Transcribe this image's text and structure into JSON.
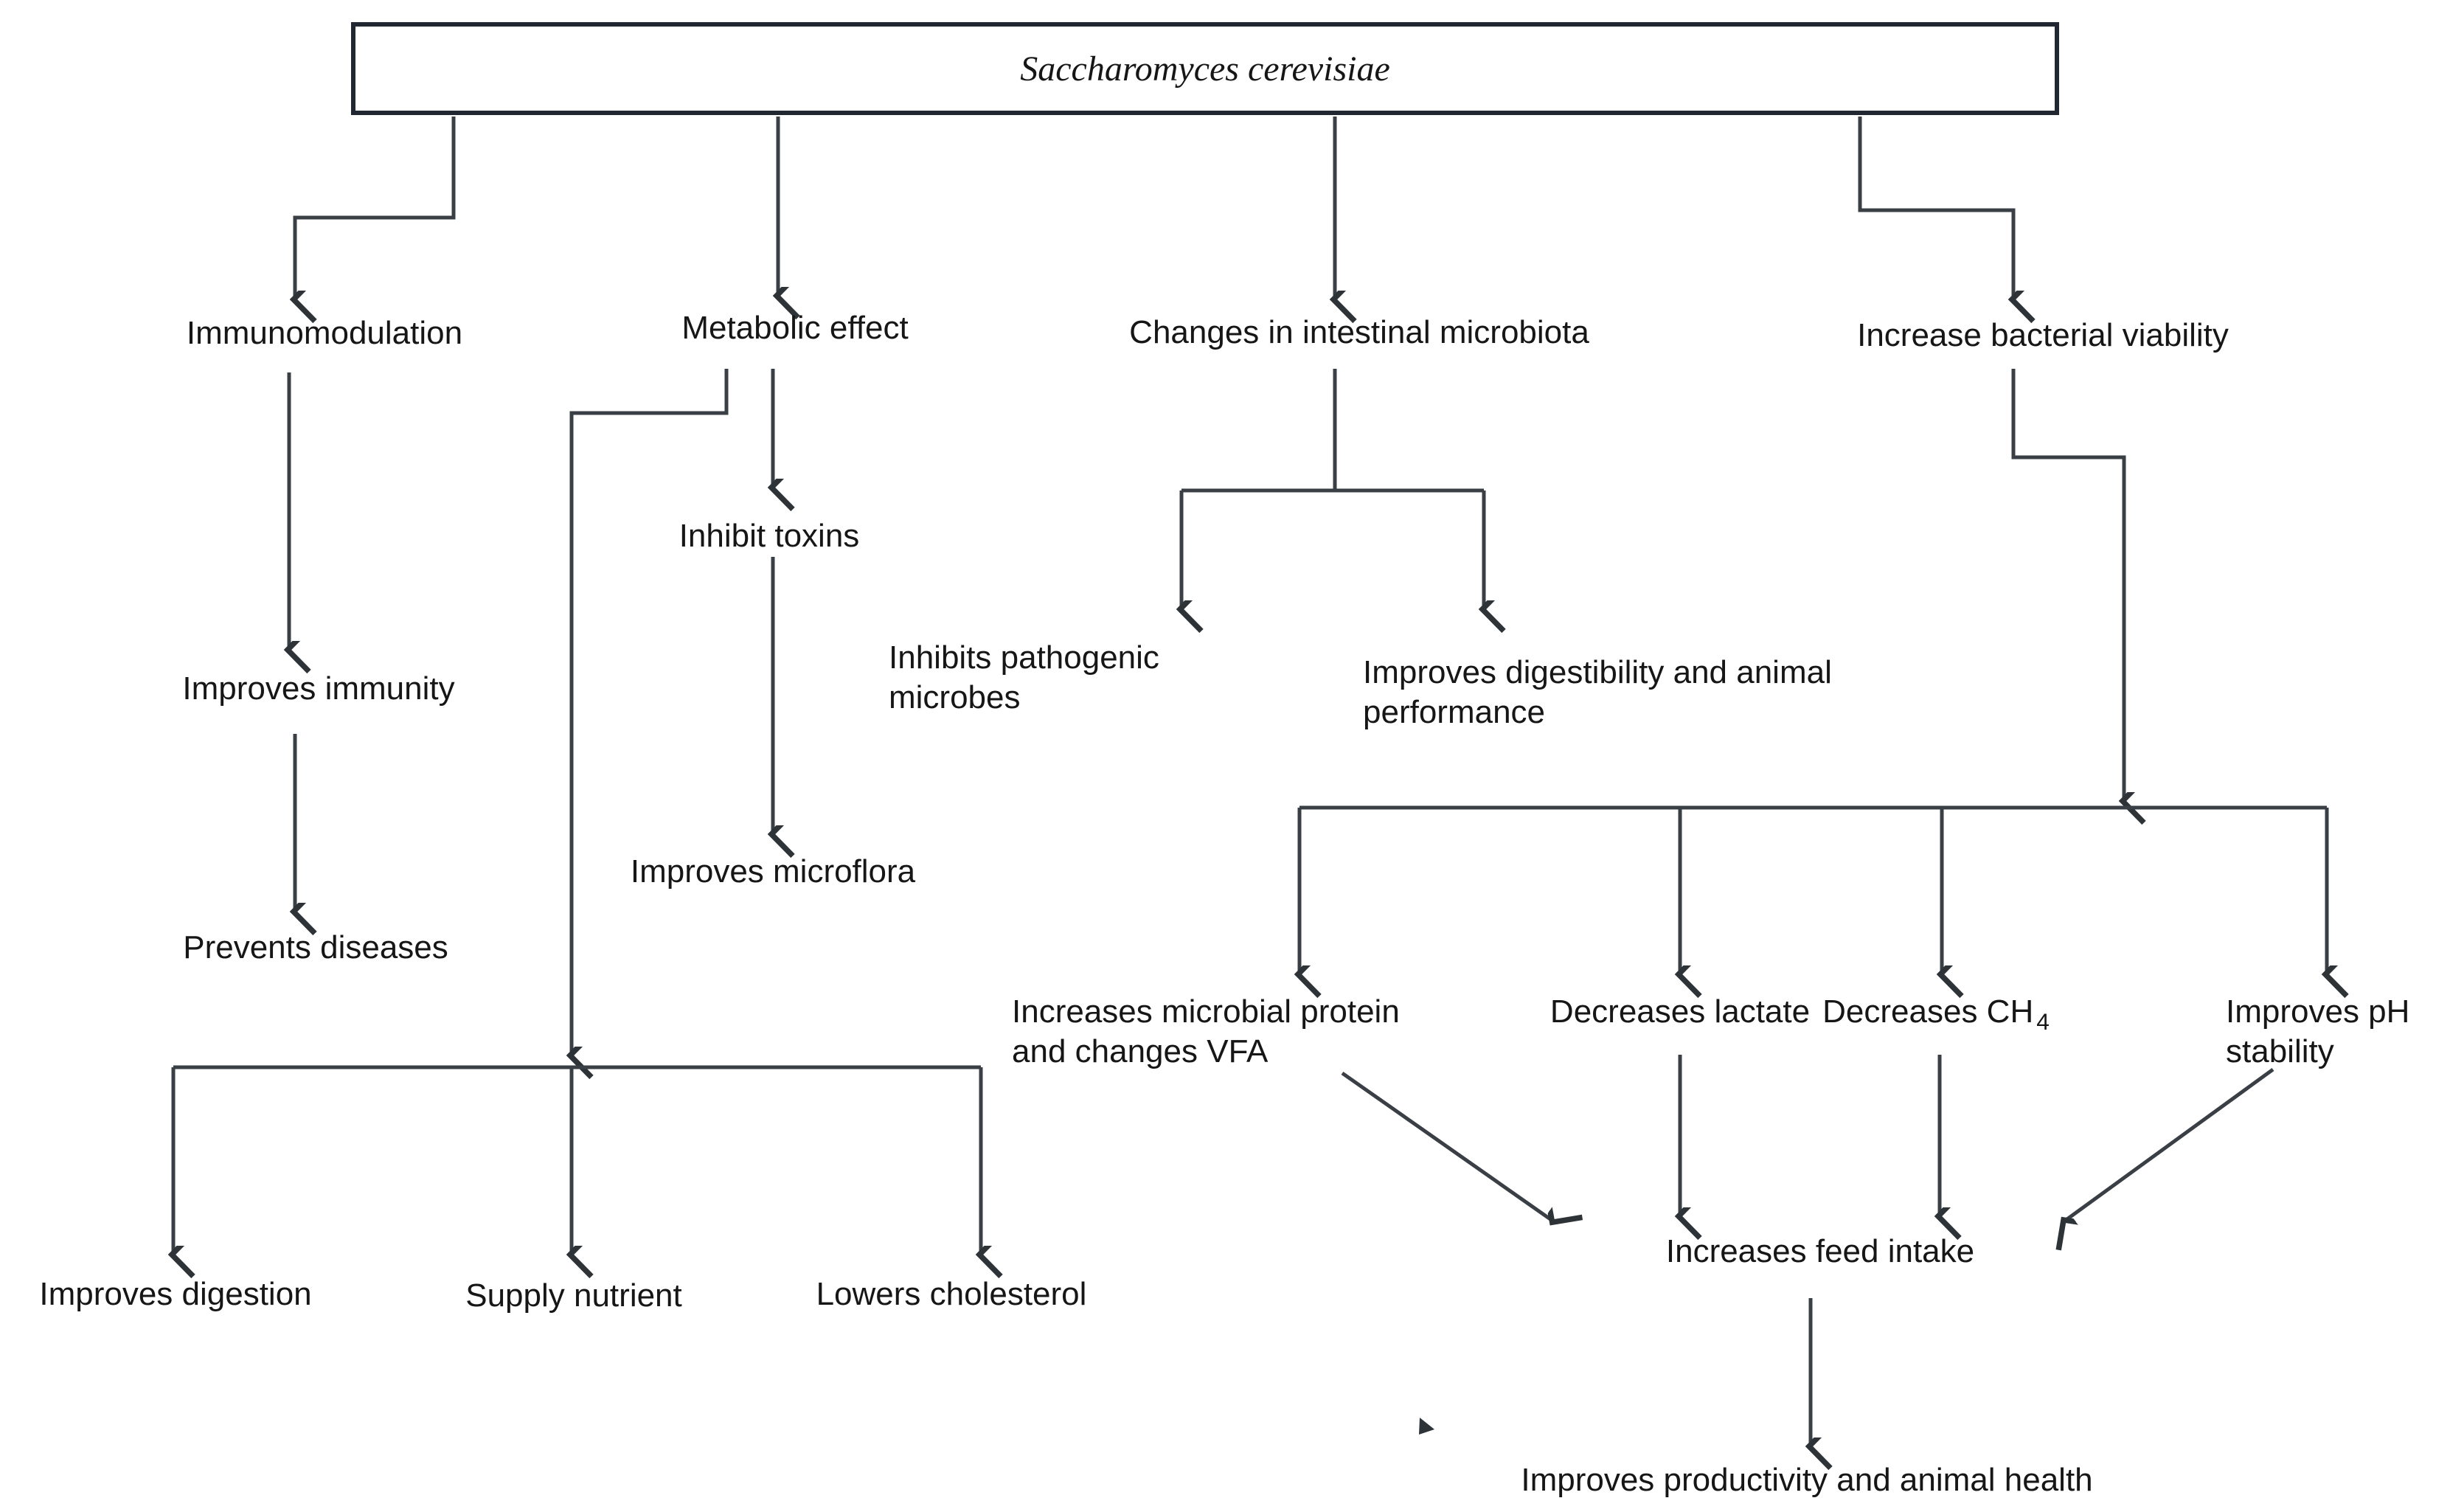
{
  "diagram": {
    "title": "Saccharomyces cerevisiae effects flowchart",
    "root": {
      "label": "Saccharomyces cerevisiae"
    },
    "nodes": {
      "immunomodulation": "Immunomodulation",
      "metabolic_effect": "Metabolic effect",
      "changes_microbiota": "Changes in intestinal microbiota",
      "increase_viability": "Increase bacterial viability",
      "inhibit_toxins": "Inhibit toxins",
      "improves_immunity": "Improves immunity",
      "inhibits_pathogenic": "Inhibits pathogenic\nmicrobes",
      "improves_digestibility": "Improves digestibility and animal\nperformance",
      "improves_microflora": "Improves microflora",
      "prevents_diseases": "Prevents diseases",
      "increases_microbial_protein": "Increases microbial protein\nand changes VFA",
      "decreases_lactate": "Decreases lactate",
      "decreases_ch4_main": "Decreases CH",
      "decreases_ch4_sub": "4",
      "improves_ph": "Improves pH\nstability",
      "improves_digestion": "Improves digestion",
      "supply_nutrient": "Supply nutrient",
      "lowers_cholesterol": "Lowers cholesterol",
      "increases_feed_intake": "Increases feed intake",
      "improves_productivity": "Improves productivity and animal health"
    },
    "colors": {
      "stroke": "#3a3f46",
      "box_border": "#222831",
      "text": "#161616",
      "background": "#ffffff"
    }
  }
}
